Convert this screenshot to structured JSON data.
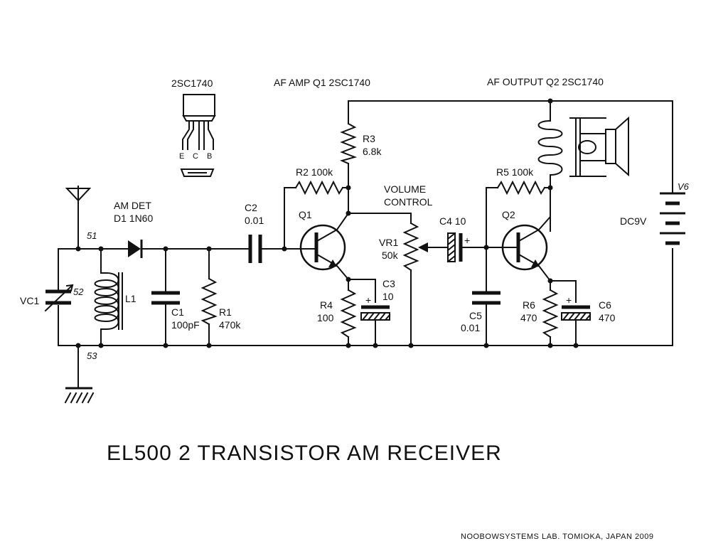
{
  "title": "EL500   2 TRANSISTOR AM RECEIVER",
  "credit": "NOOBOWSYSTEMS LAB. TOMIOKA, JAPAN 2009",
  "pinout": {
    "part": "2SC1740",
    "pin_e": "E",
    "pin_c": "C",
    "pin_b": "B"
  },
  "headers": {
    "af_amp": "AF AMP Q1 2SC1740",
    "af_output": "AF OUTPUT Q2 2SC1740"
  },
  "nodes": {
    "n51": "51",
    "n52": "52",
    "n53": "53",
    "v6": "V6"
  },
  "components": {
    "vc1": "VC1",
    "l1": "L1",
    "d1_line1": "AM DET",
    "d1_line2": "D1 1N60",
    "c1_name": "C1",
    "c1_value": "100pF",
    "r1_name": "R1",
    "r1_value": "470k",
    "c2_name": "C2",
    "c2_value": "0.01",
    "r2": "R2 100k",
    "r3_name": "R3",
    "r3_value": "6.8k",
    "q1": "Q1",
    "r4_name": "R4",
    "r4_value": "100",
    "c3_name": "C3",
    "c3_value": "10",
    "vol_line1": "VOLUME",
    "vol_line2": "CONTROL",
    "vr1_name": "VR1",
    "vr1_value": "50k",
    "c4": "C4 10",
    "c5_name": "C5",
    "c5_value": "0.01",
    "r5": "R5 100k",
    "q2": "Q2",
    "r6_name": "R6",
    "r6_value": "470",
    "c6_name": "C6",
    "c6_value": "470",
    "battery": "DC9V",
    "plus": "+"
  }
}
